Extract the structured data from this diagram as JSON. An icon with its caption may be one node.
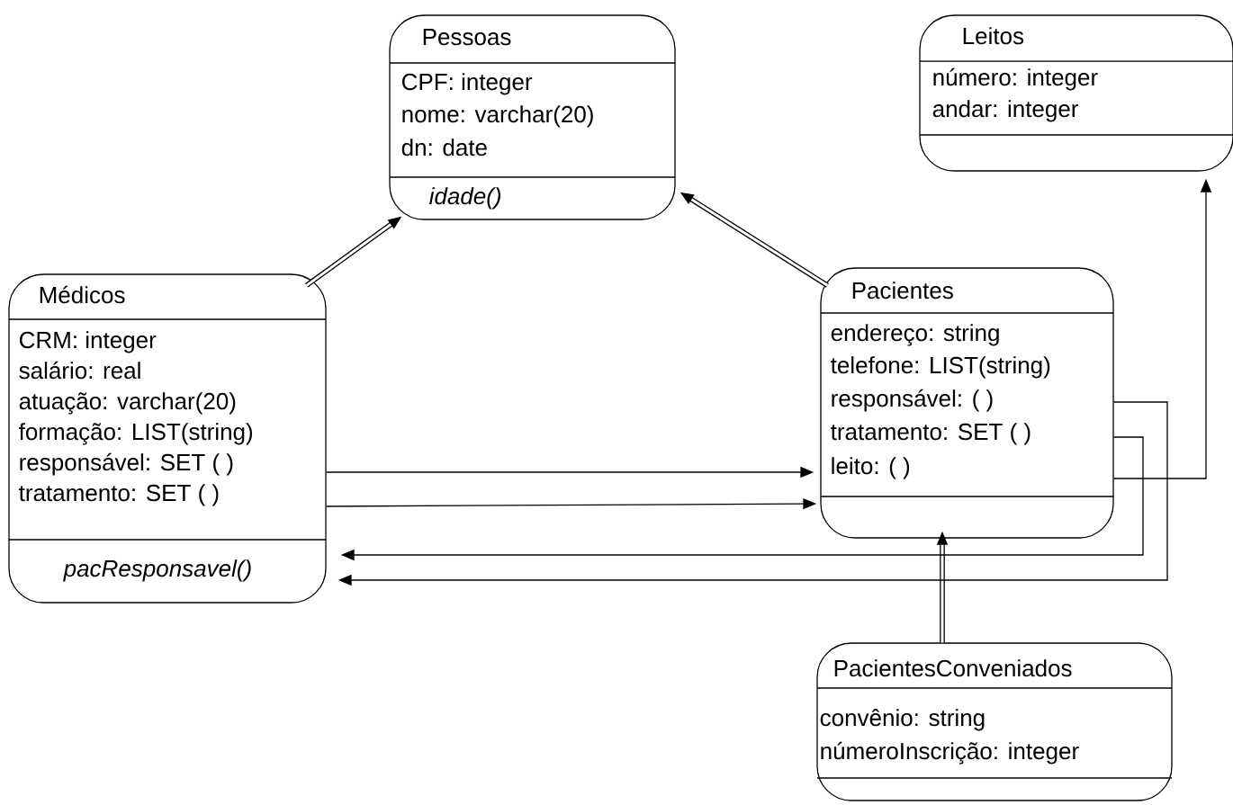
{
  "diagram": {
    "nodes": [
      {
        "text": [
          "Pessoas",
          "CPF: integer",
          "nome: varchar(20)",
          "dn: date",
          "idade()"
        ]
      },
      {
        "text": [
          "Leitos",
          "número: integer",
          "andar: integer"
        ]
      },
      {
        "text": [
          "Médicos",
          "CRM: integer",
          "salário: real",
          "atuação: varchar(20)",
          "formação: LIST(string)",
          "responsável: SET ( )",
          "tratamento: SET ( )",
          "pacResponsavel()"
        ]
      },
      {
        "text": [
          "Pacientes",
          "endereço: string",
          "telefone: LIST(string)",
          "responsável: ( )",
          "tratamento: SET ( )",
          "leito: ( )"
        ]
      },
      {
        "text": [
          "PacientesConveniados",
          "convênio: string",
          "númeroInscrição: integer"
        ]
      }
    ],
    "edges": [
      {
        "from": 2,
        "to": 0,
        "arrow": "to",
        "style": "thick"
      },
      {
        "from": 3,
        "to": 0,
        "arrow": "to",
        "style": "thick"
      },
      {
        "from": 4,
        "to": 3,
        "arrow": "to",
        "style": "thick"
      },
      {
        "from": 2,
        "to": 3,
        "arrow": "to"
      },
      {
        "from": 2,
        "to": 3,
        "arrow": "to"
      },
      {
        "from": 3,
        "to": 2,
        "arrow": "to"
      },
      {
        "from": 3,
        "to": 2,
        "arrow": "to"
      },
      {
        "from": 3,
        "to": 1,
        "arrow": "to"
      }
    ]
  }
}
